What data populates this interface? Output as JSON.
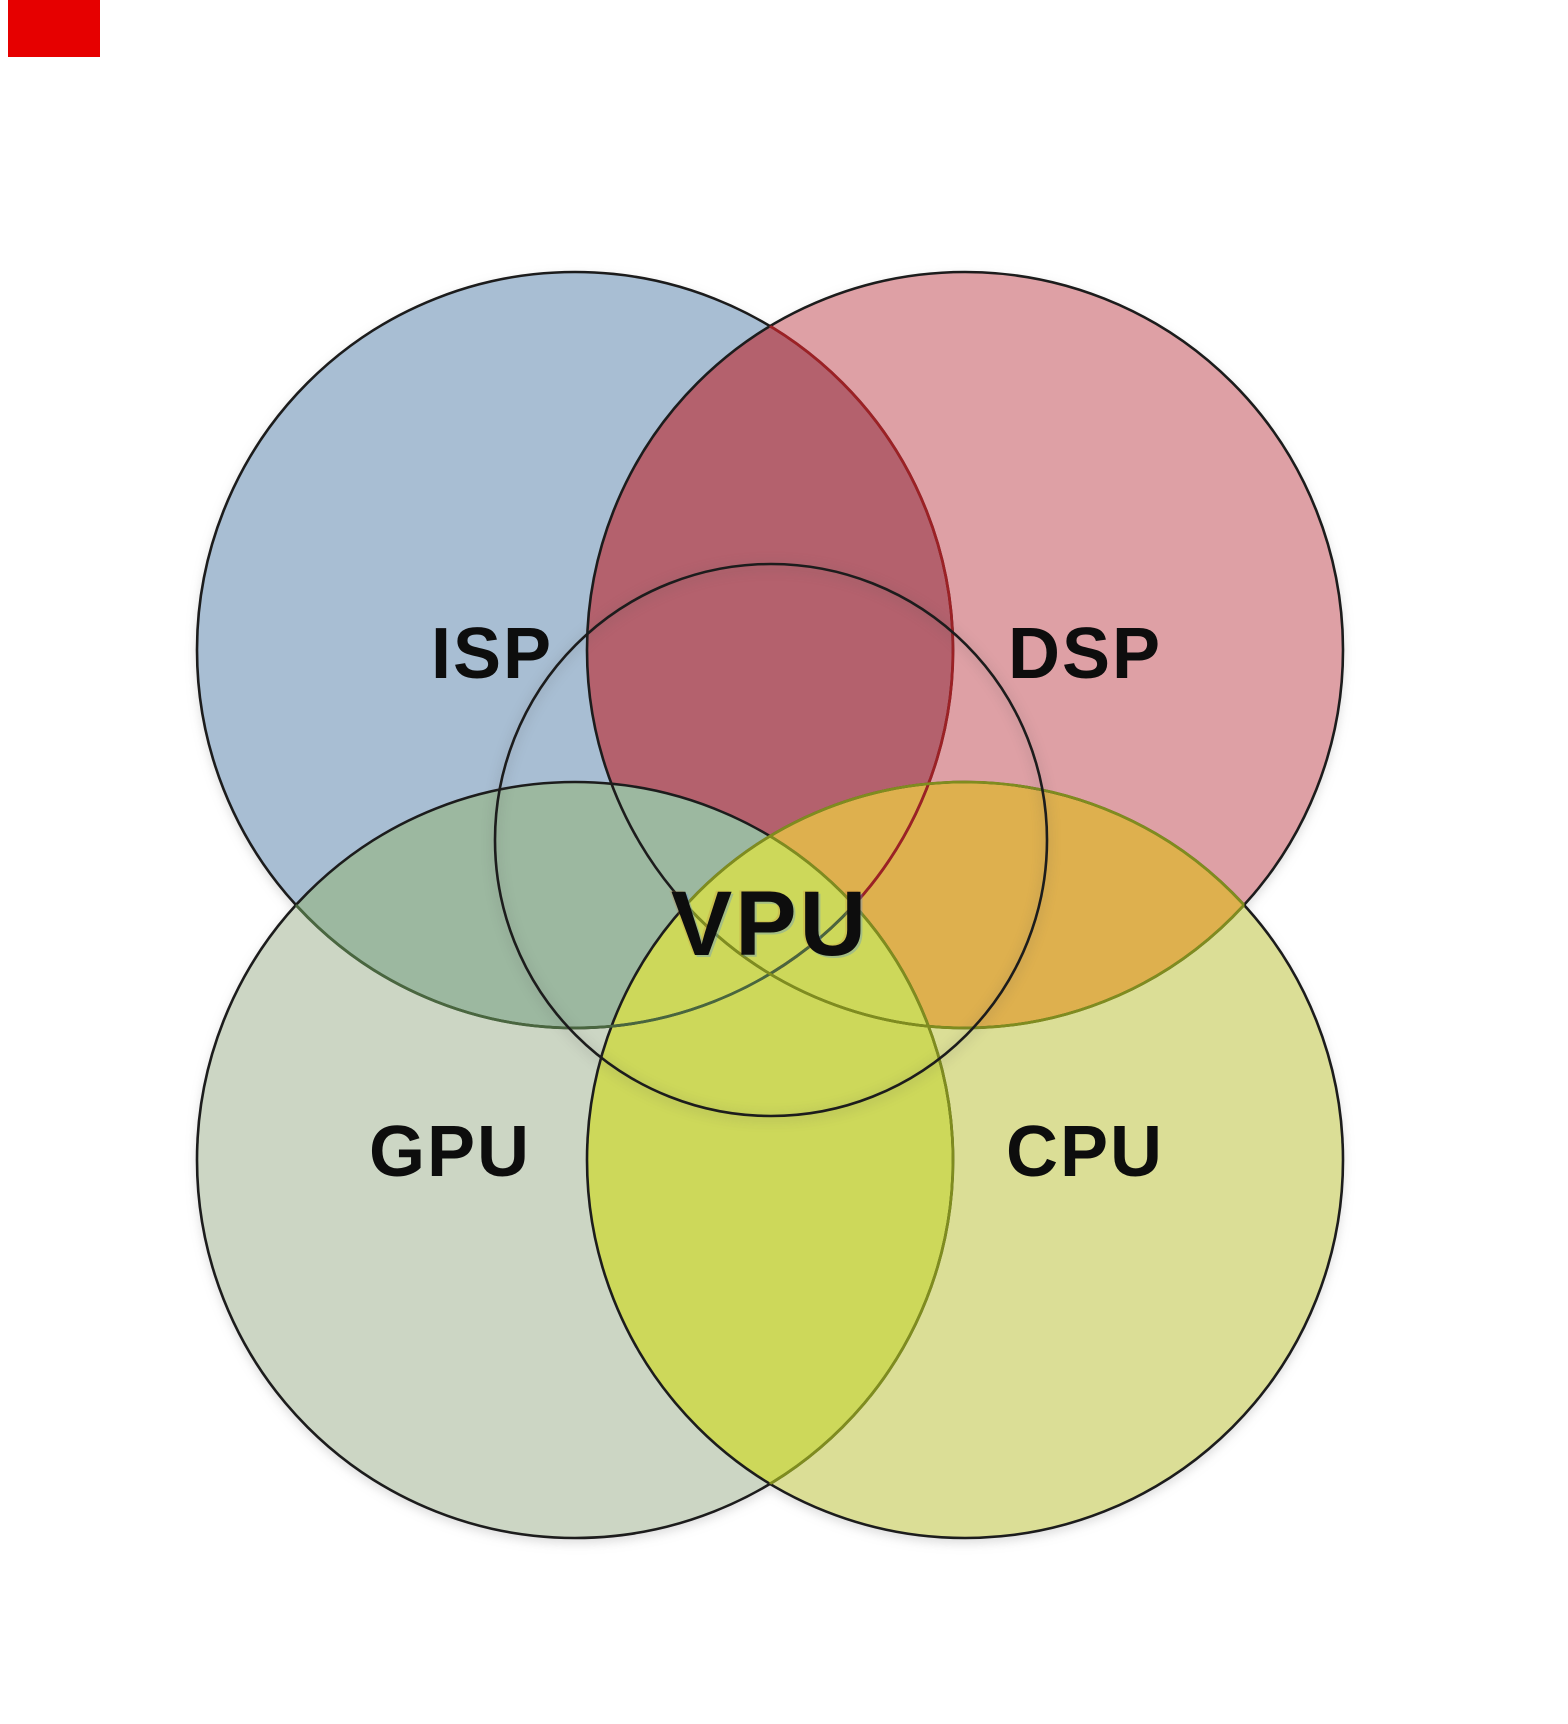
{
  "venn": {
    "center_label": "VPU",
    "sets": [
      {
        "label": "ISP",
        "position": "top-left"
      },
      {
        "label": "DSP",
        "position": "top-right"
      },
      {
        "label": "GPU",
        "position": "bottom-left"
      },
      {
        "label": "CPU",
        "position": "bottom-right"
      }
    ],
    "overlaps": [
      {
        "between": "ISP-DSP",
        "position": "top"
      },
      {
        "between": "ISP-GPU",
        "position": "left"
      },
      {
        "between": "DSP-CPU",
        "position": "right"
      },
      {
        "between": "GPU-CPU",
        "position": "bottom"
      }
    ]
  },
  "colors": {
    "isp": "#a8bed3",
    "dsp": "#dea0a5",
    "gpu": "#ccd6c4",
    "cpu": "#dbde96",
    "overlap_isp_dsp": "#b4616d",
    "overlap_isp_gpu": "#9cb8a0",
    "overlap_dsp_cpu": "#deb04e",
    "overlap_gpu_cpu": "#cdd85a",
    "outline": "#1c1c1c",
    "center_fill": "#ffffff",
    "label_text": "#0d0d0d",
    "arc_red": "#9c2125",
    "arc_olive": "#7f8c1f",
    "arc_green": "#49663f",
    "red_marker": "#e60000"
  }
}
